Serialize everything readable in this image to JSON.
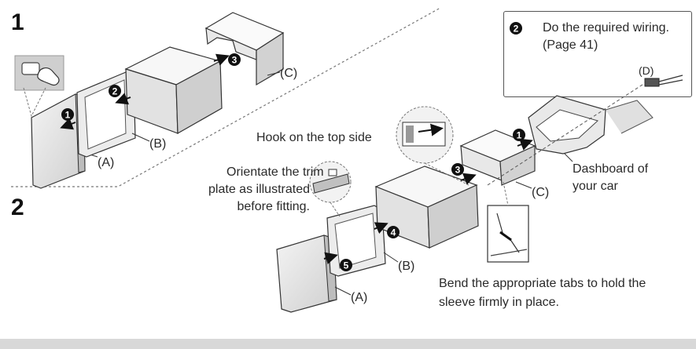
{
  "steps": {
    "one": "1",
    "two": "2"
  },
  "callout": {
    "number": "2",
    "line1": "Do the required wiring.",
    "line2": "(Page 41)",
    "part": "(D)"
  },
  "labels": {
    "hook": "Hook on the top side",
    "orientate_1": "Orientate the trim",
    "orientate_2": "plate as illustrated",
    "orientate_3": "before fitting.",
    "dashboard_1": "Dashboard of",
    "dashboard_2": "your car",
    "bend_1": "Bend the appropriate tabs to hold the",
    "bend_2": "sleeve firmly in place."
  },
  "parts": {
    "a": "(A)",
    "b": "(B)",
    "c": "(C)"
  },
  "markers": [
    "1",
    "2",
    "3",
    "4",
    "5"
  ]
}
